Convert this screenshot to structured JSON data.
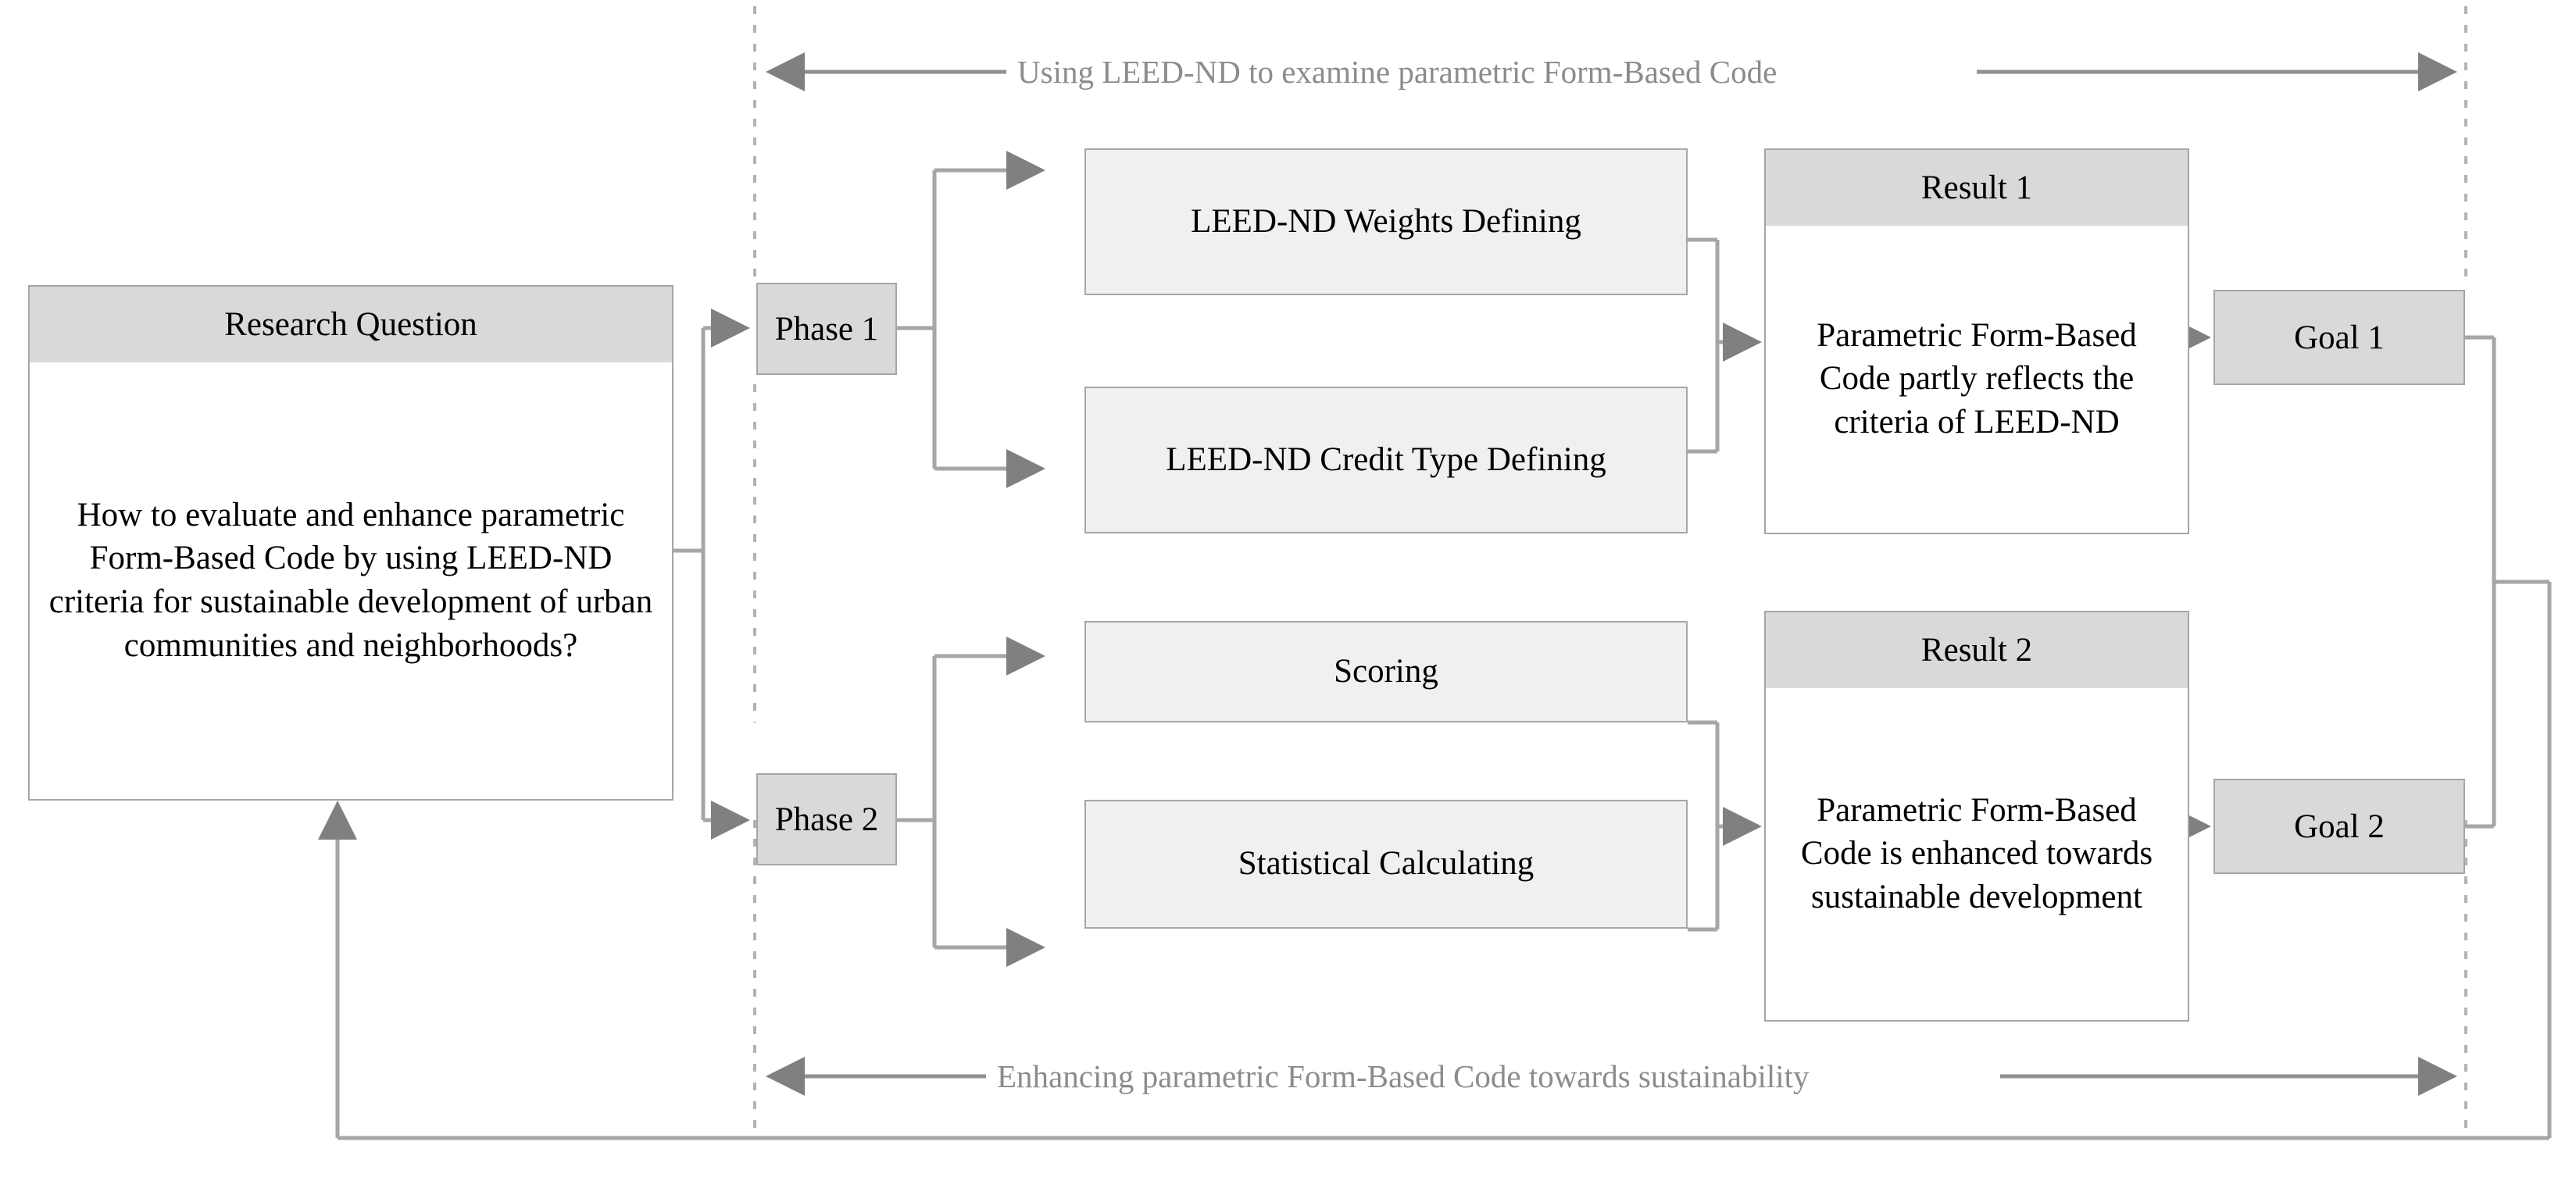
{
  "figure": {
    "type": "flowchart",
    "title": "Research methodology flowchart",
    "colors": {
      "header_fill": "#d9d9d9",
      "light_fill": "#f0f0f0",
      "body_fill": "#ffffff",
      "border": "#a6a6a6",
      "connector": "#a6a6a6",
      "arrow": "#808080",
      "label_text": "#8c8c8c",
      "node_text": "#000000"
    }
  },
  "bands": {
    "top_label": "Using LEED-ND to examine parametric Form-Based Code",
    "bottom_label": "Enhancing parametric Form-Based Code towards sustainability"
  },
  "nodes": {
    "research_question": {
      "header": "Research Question",
      "body": "How to evaluate and enhance parametric Form-Based Code by using LEED-ND criteria for sustainable development of urban communities and neighborhoods?"
    },
    "phase1": {
      "label": "Phase 1"
    },
    "phase2": {
      "label": "Phase 2"
    },
    "task_weights": {
      "label": "LEED-ND Weights Defining"
    },
    "task_credit_type": {
      "label": "LEED-ND Credit Type Defining"
    },
    "task_scoring": {
      "label": "Scoring"
    },
    "task_statistical": {
      "label": "Statistical Calculating"
    },
    "result1": {
      "header": "Result 1",
      "body": "Parametric Form-Based Code partly reflects the criteria of LEED-ND"
    },
    "result2": {
      "header": "Result 2",
      "body": "Parametric Form-Based Code is enhanced towards sustainable development"
    },
    "goal1": {
      "label": "Goal 1"
    },
    "goal2": {
      "label": "Goal 2"
    }
  }
}
